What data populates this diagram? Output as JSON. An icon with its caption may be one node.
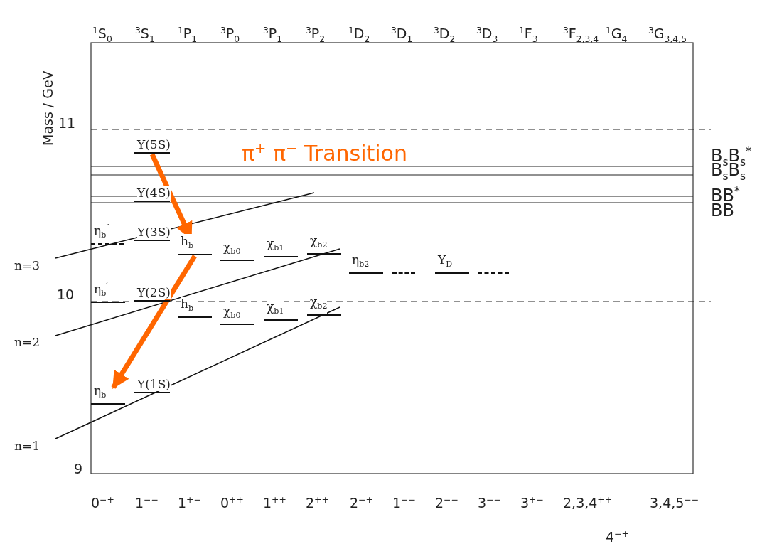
{
  "diagram": {
    "nodes": [
      {
        "text": [
          "Υ(5S)"
        ]
      },
      {
        "text": [
          "Υ(4S)"
        ]
      },
      {
        "text": [
          "η$_{b}$$^{″}$"
        ]
      },
      {
        "text": [
          "Υ(3S)"
        ]
      },
      {
        "text": [
          "h$_{b}$"
        ]
      },
      {
        "text": [
          "χ$_{b0}$"
        ]
      },
      {
        "text": [
          "χ$_{b1}$"
        ]
      },
      {
        "text": [
          "χ$_{b2}$"
        ]
      },
      {
        "text": [
          "η$_{b2}$"
        ]
      },
      {
        "text": [],
        "shape": "bar"
      },
      {
        "text": [
          "Υ$_{D}$"
        ]
      },
      {
        "text": [],
        "shape": "bar"
      },
      {
        "text": [
          "η$_{b}$$^{′}$"
        ]
      },
      {
        "text": [
          "Υ(2S)"
        ]
      },
      {
        "text": [
          "h$_{b}$"
        ]
      },
      {
        "text": [
          "χ$_{b0}$"
        ]
      },
      {
        "text": [
          "χ$_{b1}$"
        ]
      },
      {
        "text": [
          "χ$_{b2}$"
        ]
      },
      {
        "text": [
          "η$_{b}$"
        ]
      },
      {
        "text": [
          "Υ(1S)"
        ]
      }
    ],
    "edges": [
      {
        "from": 0,
        "to": 4,
        "arrow": "to",
        "color": "#ff6600"
      },
      {
        "from": 4,
        "to": 18,
        "arrow": "to",
        "color": "#ff6600"
      }
    ],
    "labels": [
      "$^{1}$S$_{0}$",
      "$^{3}$S$_{1}$",
      "$^{1}$P$_{1}$",
      "$^{3}$P$_{0}$",
      "$^{3}$P$_{1}$",
      "$^{3}$P$_{2}$",
      "$^{1}$D$_{2}$",
      "$^{3}$D$_{1}$",
      "$^{3}$D$_{2}$",
      "$^{3}$D$_{3}$",
      "$^{1}$F$_{3}$",
      "$^{3}$F$_{2,3,4}$",
      "$^{1}$G$_{4}$",
      "$^{3}$G$_{3,4,5}$",
      "Mass / GeV",
      "11",
      "π$^{+}$ π$^{−}$ Transition",
      "B$_{s}$B$_{s}$$^{*}$",
      "B$_{s}$B$_{s}$",
      "BB$^{*}$",
      "BB",
      "n=3",
      "10",
      "n=2",
      "n=1",
      "9",
      "0$^{−+}$",
      "1$^{−−}$",
      "1$^{+−}$",
      "0$^{++}$",
      "1$^{++}$",
      "2$^{++}$",
      "2$^{−+}$",
      "1$^{−−}$",
      "2$^{−−}$",
      "3$^{−−}$",
      "3$^{+−}$",
      "2,3,4$^{++}$",
      "3,4,5$^{−−}$",
      "4$^{−+}$"
    ]
  }
}
